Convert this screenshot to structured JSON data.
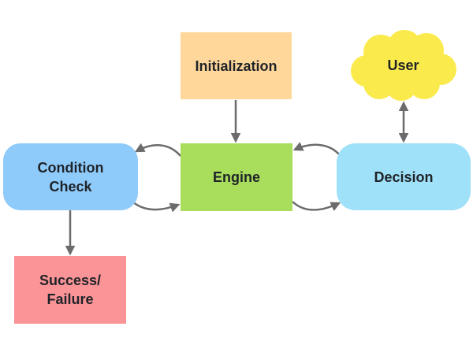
{
  "diagram": {
    "nodes": {
      "initialization": {
        "label": "Initialization",
        "color": "#ffd79a"
      },
      "engine": {
        "label": "Engine",
        "color": "#a9dd5c"
      },
      "condition_check": {
        "line1": "Condition",
        "line2": "Check",
        "color": "#8ecbfb"
      },
      "decision": {
        "label": "Decision",
        "color": "#9ee1f8"
      },
      "user": {
        "label": "User",
        "color": "#fbea4c",
        "shape": "cloud"
      },
      "success_failure": {
        "line1": "Success/",
        "line2": "Failure",
        "color": "#fb9497"
      }
    },
    "edges": [
      {
        "from": "initialization",
        "to": "engine"
      },
      {
        "from": "engine",
        "to": "condition_check"
      },
      {
        "from": "condition_check",
        "to": "engine"
      },
      {
        "from": "decision",
        "to": "engine"
      },
      {
        "from": "engine",
        "to": "decision"
      },
      {
        "from": "condition_check",
        "to": "success_failure"
      },
      {
        "from": "decision",
        "to": "user",
        "bidirectional": true
      }
    ],
    "edge_color": "#6b6b6b"
  }
}
